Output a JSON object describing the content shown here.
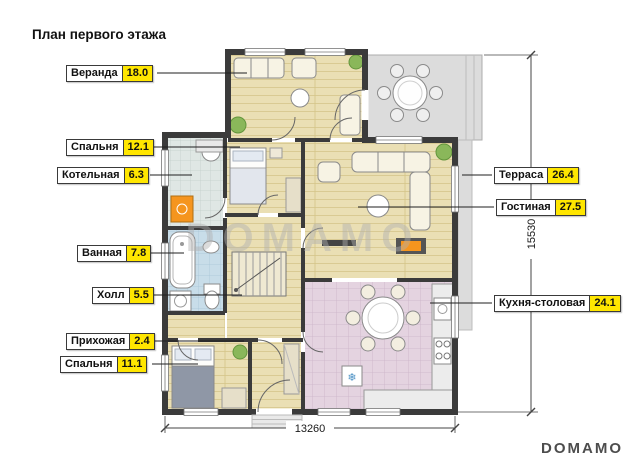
{
  "page": {
    "title": "План первого этажа",
    "watermark": "DOMAMO",
    "brand": "DOMAMO"
  },
  "labels": {
    "left": [
      {
        "name": "Веранда",
        "area": "18.0"
      },
      {
        "name": "Спальня",
        "area": "12.1"
      },
      {
        "name": "Котельная",
        "area": "6.3"
      },
      {
        "name": "Ванная",
        "area": "7.8"
      },
      {
        "name": "Холл",
        "area": "5.5"
      },
      {
        "name": "Прихожая",
        "area": "2.4"
      },
      {
        "name": "Спальня",
        "area": "11.1"
      }
    ],
    "right": [
      {
        "name": "Терраса",
        "area": "26.4"
      },
      {
        "name": "Гостиная",
        "area": "27.5"
      },
      {
        "name": "Кухня-столовая",
        "area": "24.1"
      }
    ]
  },
  "dimensions": {
    "width": "13260",
    "height": "15530"
  },
  "colors": {
    "area_highlight": "#ffe600",
    "wall": "#3b3b3b",
    "wood_floor": "#eadfb4",
    "bath_tile": "#c8dde9",
    "kitchen_tile": "#e4d3e0",
    "terrace": "#dcdcdc",
    "fireplace_orange": "#f5951e",
    "plant_green": "#8ab75a"
  }
}
